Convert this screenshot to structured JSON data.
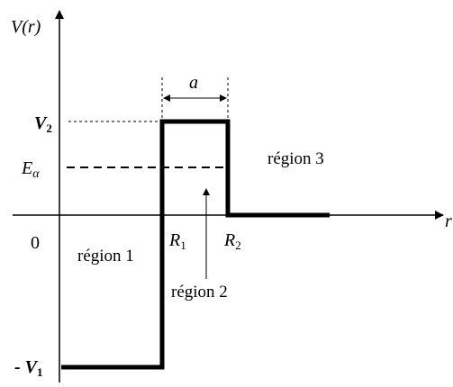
{
  "axes": {
    "y_label": "V(r)",
    "x_label": "r",
    "origin_label": "0"
  },
  "levels": {
    "v2_label": "V",
    "v2_sub": "2",
    "e_label": "E",
    "e_sub": "α",
    "v1_label": "- V",
    "v1_sub": "1"
  },
  "radii": {
    "r1_label": "R",
    "r1_sub": "1",
    "r2_label": "R",
    "r2_sub": "2"
  },
  "width": {
    "label": "a"
  },
  "regions": {
    "region1": "région 1",
    "region2": "région 2",
    "region3": "région 3"
  },
  "colors": {
    "ink": "#000000",
    "background": "#ffffff"
  }
}
